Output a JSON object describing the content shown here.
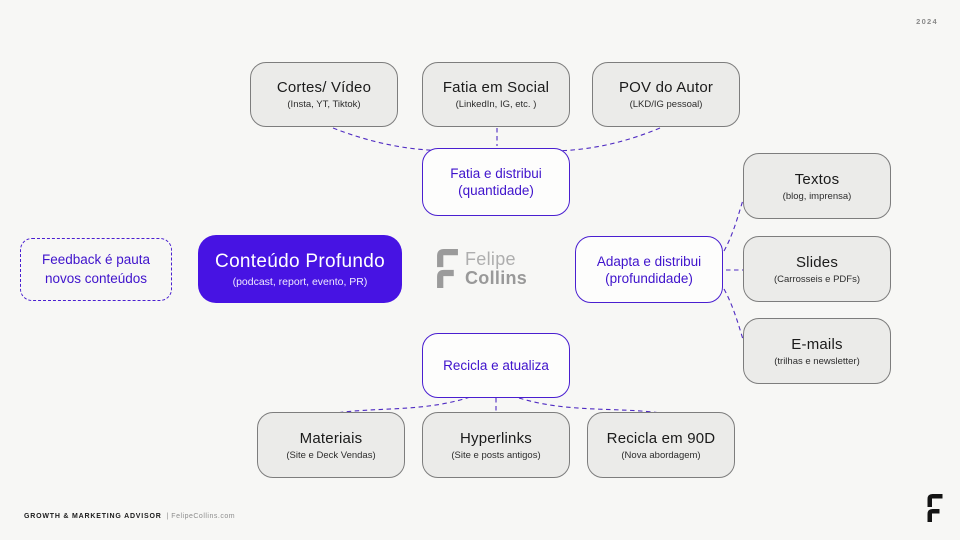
{
  "meta": {
    "year": "2024"
  },
  "colors": {
    "accent": "#4713e3",
    "accent_line": "#4f2bc2",
    "node_gray_bg": "#ebebe9",
    "background": "#f7f7f5"
  },
  "logo": {
    "first": "Felipe",
    "last": "Collins"
  },
  "footer": {
    "advisor": "GROWTH & MARKETING ADVISOR",
    "site": "| FelipeCollins.com"
  },
  "nodes": {
    "top_row": [
      {
        "title": "Cortes/ Vídeo",
        "subtitle": "(Insta, YT, Tiktok)"
      },
      {
        "title": "Fatia em Social",
        "subtitle": "(LinkedIn, IG, etc. )"
      },
      {
        "title": "POV do Autor",
        "subtitle": "(LKD/IG pessoal)"
      }
    ],
    "fatia": {
      "title": "Fatia e distribui",
      "subtitle": "(quantidade)"
    },
    "feedback": {
      "line1": "Feedback é pauta",
      "line2": "novos conteúdos"
    },
    "core": {
      "title": "Conteúdo Profundo",
      "subtitle": "(podcast, report, evento, PR)"
    },
    "adapta": {
      "title": "Adapta e distribui",
      "subtitle": "(profundidade)"
    },
    "right_column": [
      {
        "title": "Textos",
        "subtitle": "(blog, imprensa)"
      },
      {
        "title": "Slides",
        "subtitle": "(Carrosseis e PDFs)"
      },
      {
        "title": "E-mails",
        "subtitle": "(trilhas e newsletter)"
      }
    ],
    "recicla": {
      "title": "Recicla e atualiza"
    },
    "bottom_row": [
      {
        "title": "Materiais",
        "subtitle": "(Site e Deck Vendas)"
      },
      {
        "title": "Hyperlinks",
        "subtitle": "(Site e posts antigos)"
      },
      {
        "title": "Recicla em 90D",
        "subtitle": "(Nova abordagem)"
      }
    ]
  }
}
